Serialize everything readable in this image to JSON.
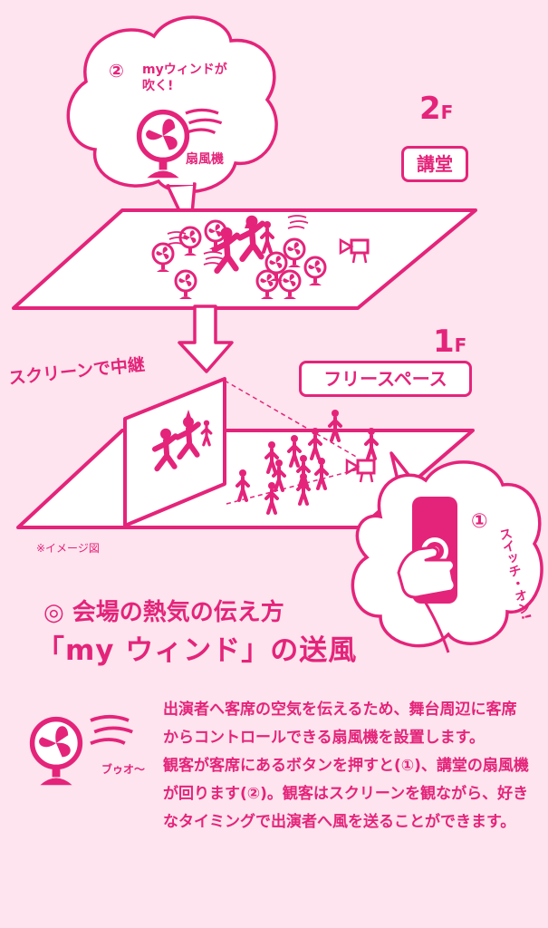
{
  "floor2": {
    "number": "2",
    "unit": "F",
    "label": "講堂"
  },
  "floor1": {
    "number": "1",
    "unit": "F",
    "label": "フリースペース"
  },
  "bubble_top": {
    "step": "②",
    "caption_line1": "myウィンドが",
    "caption_line2": "吹く!",
    "device": "扇風機"
  },
  "relay_label": "スクリーンで中継",
  "bubble_bottom": {
    "step": "①",
    "caption": "スイッチ・オン!"
  },
  "note": "※イメージ図",
  "section": {
    "subtitle": "◎ 会場の熱気の伝え方",
    "title": "「my ウィンド」の送風"
  },
  "fan_sound": "ブゥオ〜",
  "description": {
    "paragraph1": "出演者へ客席の空気を伝えるため、舞台周辺に客席からコントロールできる扇風機を設置します。",
    "paragraph2": "観客が客席にあるボタンを押すと(①)、講堂の扇風機が回ります(②)。観客はスクリーンを観ながら、好きなタイミングで出演者へ風を送ることができます。"
  },
  "colors": {
    "accent": "#e4247a",
    "background": "#fde4ee",
    "light": "#ffffff"
  }
}
